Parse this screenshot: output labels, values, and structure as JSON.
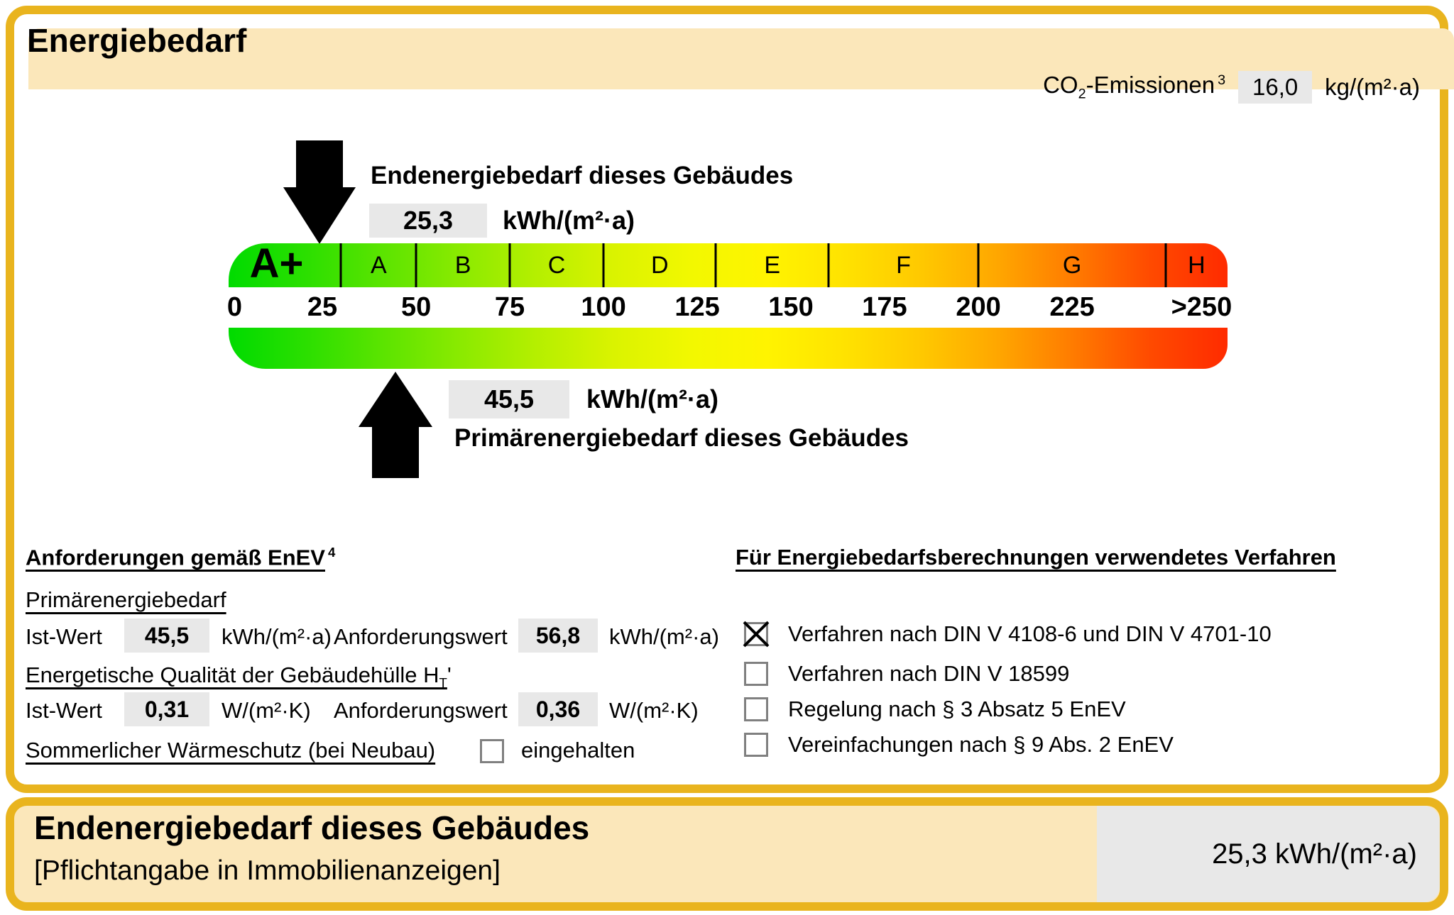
{
  "colors": {
    "gold_border": "#E9B41E",
    "cream_background": "#FBE7BA",
    "value_box_gray": "#E8E8E8",
    "scale_gradient": [
      "#00DB00",
      "#2BDF00",
      "#5BE400",
      "#8AEA00",
      "#B5EF00",
      "#DAF300",
      "#F2F800",
      "#FFF400",
      "#FFE300",
      "#FFC900",
      "#FFA700",
      "#FF7B00",
      "#FF4A00",
      "#FF2B00"
    ]
  },
  "header": {
    "title": "Energiebedarf"
  },
  "co2": {
    "label_main": "CO",
    "label_sub": "2",
    "label_rest": "-Emissionen",
    "footnote": "3",
    "value": "16,0",
    "unit": "kg/(m²·a)"
  },
  "end_energy": {
    "caption": "Endenergiebedarf dieses Gebäudes",
    "value": "25,3",
    "unit": "kWh/(m²·a)"
  },
  "primary_energy": {
    "value": "45,5",
    "unit": "kWh/(m²·a)",
    "caption": "Primärenergiebedarf dieses Gebäudes"
  },
  "scale": {
    "classes": [
      {
        "label": "A+",
        "center_pct": 4.8,
        "divider_pct": 11.26,
        "big": true
      },
      {
        "label": "A",
        "center_pct": 15.02,
        "divider_pct": 18.77
      },
      {
        "label": "B",
        "center_pct": 23.46,
        "divider_pct": 28.15
      },
      {
        "label": "C",
        "center_pct": 32.84,
        "divider_pct": 37.53
      },
      {
        "label": "D",
        "center_pct": 43.16,
        "divider_pct": 48.79
      },
      {
        "label": "E",
        "center_pct": 54.42,
        "divider_pct": 60.05
      },
      {
        "label": "F",
        "center_pct": 67.56,
        "divider_pct": 75.06
      },
      {
        "label": "G",
        "center_pct": 84.44,
        "divider_pct": 93.82
      },
      {
        "label": "H",
        "center_pct": 96.9,
        "divider_pct": null
      }
    ],
    "ticks": [
      {
        "label": "0",
        "pos_pct": 0.6
      },
      {
        "label": "25",
        "pos_pct": 9.38
      },
      {
        "label": "50",
        "pos_pct": 18.77
      },
      {
        "label": "75",
        "pos_pct": 28.15
      },
      {
        "label": "100",
        "pos_pct": 37.53
      },
      {
        "label": "125",
        "pos_pct": 46.91
      },
      {
        "label": "150",
        "pos_pct": 56.29
      },
      {
        "label": "175",
        "pos_pct": 65.67
      },
      {
        "label": "200",
        "pos_pct": 75.06
      },
      {
        "label": "225",
        "pos_pct": 84.44
      },
      {
        "label": ">250",
        "pos_pct": 97.4
      }
    ]
  },
  "requirements": {
    "heading": "Anforderungen gemäß EnEV",
    "heading_footnote": "4",
    "primary": {
      "subheading": "Primärenergiebedarf",
      "ist_label": "Ist-Wert",
      "ist_value": "45,5",
      "ist_unit": "kWh/(m²·a)",
      "req_label": "Anforderungswert",
      "req_value": "56,8",
      "req_unit": "kWh/(m²·a)"
    },
    "envelope": {
      "subheading_main": "Energetische Qualität der Gebäudehülle H",
      "subheading_sub": "T",
      "subheading_suffix": "'",
      "ist_label": "Ist-Wert",
      "ist_value": "0,31",
      "ist_unit": "W/(m²·K)",
      "req_label": "Anforderungswert",
      "req_value": "0,36",
      "req_unit": "W/(m²·K)"
    },
    "summer": {
      "subheading": "Sommerlicher Wärmeschutz (bei Neubau)",
      "checkbox_label": "eingehalten",
      "checked": false
    }
  },
  "method": {
    "heading": "Für Energiebedarfsberechnungen verwendetes Verfahren",
    "items": [
      {
        "label": "Verfahren nach DIN V 4108-6 und DIN V 4701-10",
        "checked": true
      },
      {
        "label": "Verfahren nach DIN V 18599",
        "checked": false
      },
      {
        "label": "Regelung nach § 3 Absatz 5 EnEV",
        "checked": false
      },
      {
        "label": "Vereinfachungen nach § 9 Abs. 2 EnEV",
        "checked": false
      }
    ]
  },
  "footer": {
    "title": "Endenergiebedarf dieses Gebäudes",
    "subtitle": "[Pflichtangabe in Immobilienanzeigen]",
    "value": "25,3 kWh/(m²·a)"
  }
}
